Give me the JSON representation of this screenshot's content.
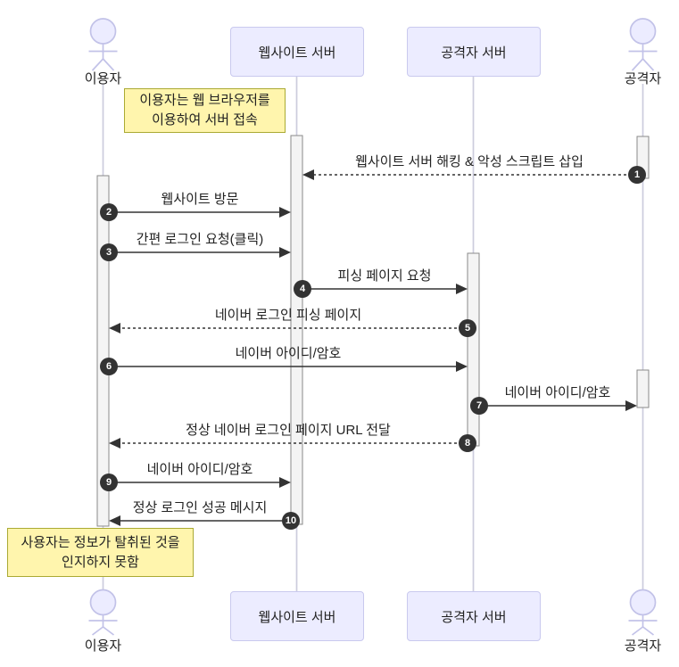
{
  "diagram_type": "sequence-diagram",
  "actors": [
    {
      "id": "user",
      "type": "person",
      "label": "이용자"
    },
    {
      "id": "website-server",
      "type": "participant",
      "label": "웹사이트 서버"
    },
    {
      "id": "attacker-server",
      "type": "participant",
      "label": "공격자 서버"
    },
    {
      "id": "attacker",
      "type": "person",
      "label": "공격자"
    }
  ],
  "notes": [
    {
      "lines": [
        "이용자는 웹 브라우저를",
        "이용하여 서버 접속"
      ]
    },
    {
      "lines": [
        "사용자는 정보가 탈취된 것을",
        "인지하지 못함"
      ]
    }
  ],
  "messages": [
    {
      "num": "1",
      "from": "attacker",
      "to": "website-server",
      "line": "dashed",
      "label": "웹사이트 서버 해킹 & 악성 스크립트 삽입"
    },
    {
      "num": "2",
      "from": "user",
      "to": "website-server",
      "line": "solid",
      "label": "웹사이트 방문"
    },
    {
      "num": "3",
      "from": "user",
      "to": "website-server",
      "line": "solid",
      "label": "간편 로그인 요청(클릭)"
    },
    {
      "num": "4",
      "from": "website-server",
      "to": "attacker-server",
      "line": "solid",
      "label": "피싱 페이지 요청"
    },
    {
      "num": "5",
      "from": "attacker-server",
      "to": "user",
      "line": "dashed",
      "label": "네이버 로그인 피싱 페이지"
    },
    {
      "num": "6",
      "from": "user",
      "to": "attacker-server",
      "line": "solid",
      "label": "네이버 아이디/암호"
    },
    {
      "num": "7",
      "from": "attacker-server",
      "to": "attacker",
      "line": "solid",
      "label": "네이버 아이디/암호"
    },
    {
      "num": "8",
      "from": "attacker-server",
      "to": "user",
      "line": "dashed",
      "label": "정상 네이버 로그인 페이지 URL 전달"
    },
    {
      "num": "9",
      "from": "user",
      "to": "website-server",
      "line": "solid",
      "label": "네이버 아이디/암호"
    },
    {
      "num": "10",
      "from": "website-server",
      "to": "user",
      "line": "solid",
      "label": "정상 로그인 성공 메시지"
    }
  ],
  "colors": {
    "participant_fill": "#ECECFF",
    "participant_border": "#C9C9EE",
    "note_fill": "#FFF5AD",
    "note_border": "#AAAA33",
    "activation_fill": "#F4F4F4",
    "activation_border": "#8A8A8A",
    "message_line": "#333333",
    "lifeline": "#CCCCDD",
    "number_badge_bg": "#333333",
    "number_badge_text": "#FFFFFF"
  }
}
